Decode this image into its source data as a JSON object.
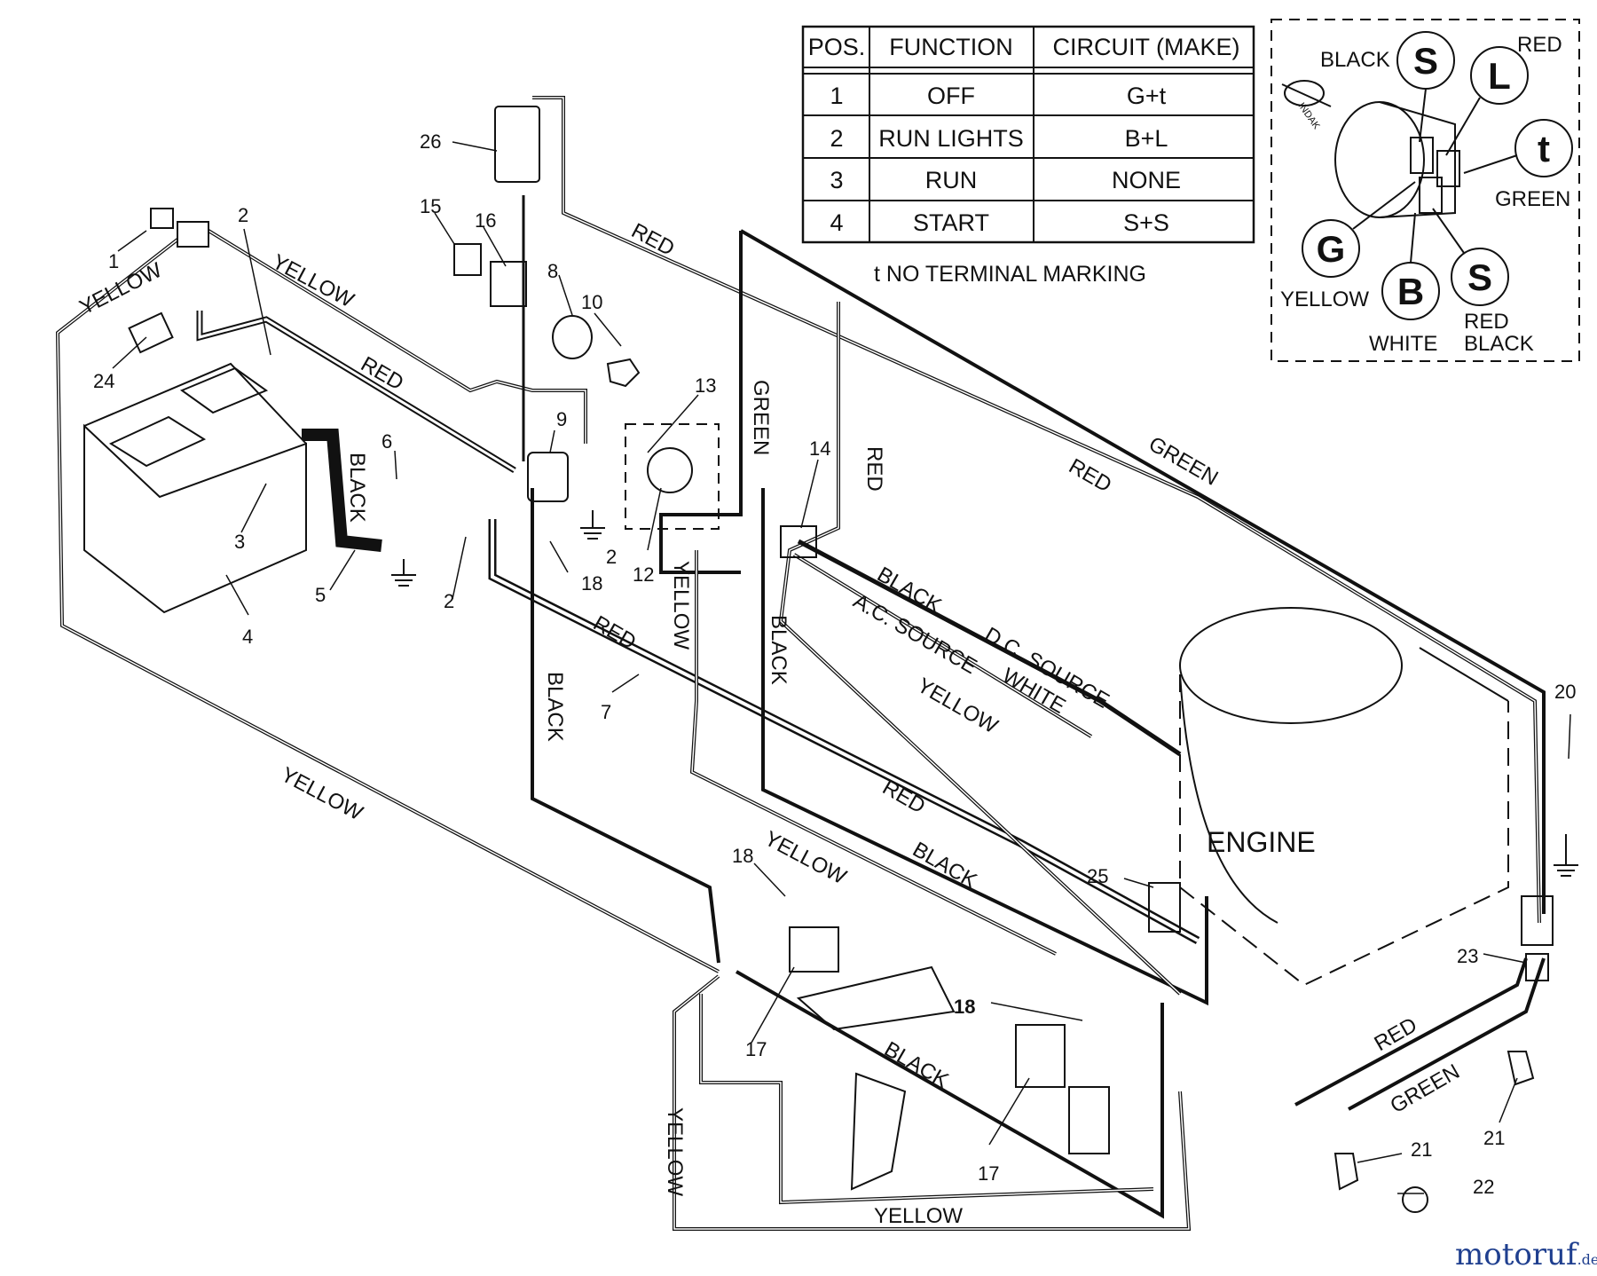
{
  "table": {
    "headers": [
      "POS.",
      "FUNCTION",
      "CIRCUIT  (MAKE)"
    ],
    "rows": [
      [
        "1",
        "OFF",
        "G+t"
      ],
      [
        "2",
        "RUN LIGHTS",
        "B+L"
      ],
      [
        "3",
        "RUN",
        "NONE"
      ],
      [
        "4",
        "START",
        "S+S"
      ]
    ],
    "note": "t  NO TERMINAL MARKING"
  },
  "switch_detail": {
    "terminals": [
      "S",
      "L",
      "t",
      "G",
      "B",
      "S"
    ],
    "labels": [
      "BLACK",
      "RED",
      "GREEN",
      "YELLOW",
      "WHITE",
      "RED",
      "BLACK"
    ],
    "key_text": "INDAK"
  },
  "wire_labels": {
    "yellow": "YELLOW",
    "red": "RED",
    "black": "BLACK",
    "green": "GREEN",
    "white": "WHITE",
    "ac_source": "A.C. SOURCE",
    "dc_source": "D.C. SOURCE"
  },
  "engine_label": "ENGINE",
  "part_numbers": [
    "1",
    "2",
    "3",
    "4",
    "5",
    "6",
    "7",
    "8",
    "9",
    "10",
    "12",
    "13",
    "14",
    "15",
    "16",
    "17",
    "18",
    "20",
    "21",
    "22",
    "23",
    "24",
    "25",
    "26"
  ],
  "watermark": {
    "main": "motoruf",
    "suffix": ".de"
  },
  "colors": {
    "line": "#111111",
    "watermark_blue": "#1f3f8f",
    "watermark_red": "#c0392b"
  }
}
